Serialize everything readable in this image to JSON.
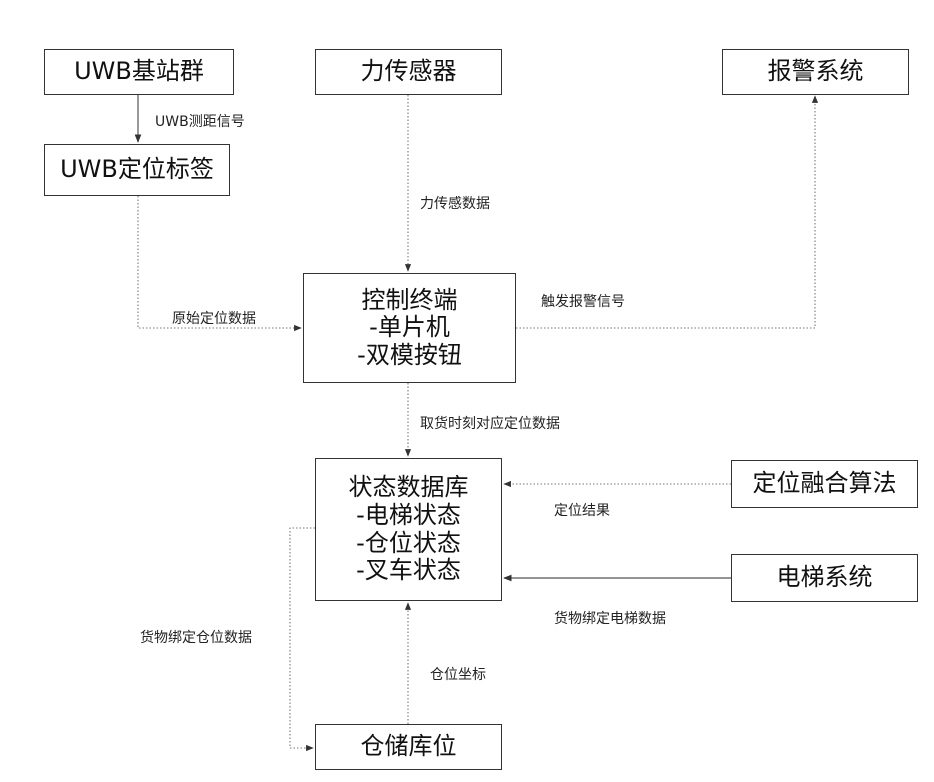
{
  "nodes": {
    "uwb_base": "UWB基站群",
    "force_sensor": "力传感器",
    "alarm": "报警系统",
    "uwb_tag": "UWB定位标签",
    "terminal": [
      "控制终端",
      "-单片机",
      "-双模按钮"
    ],
    "status_db": [
      "状态数据库",
      "-电梯状态",
      "-仓位状态",
      "-叉车状态"
    ],
    "fusion": "定位融合算法",
    "elevator": "电梯系统",
    "storage": "仓储库位"
  },
  "edges": {
    "uwb_ranging": "UWB测距信号",
    "force_data": "力传感数据",
    "raw_position": "原始定位数据",
    "trigger_alarm": "触发报警信号",
    "pickup_position": "取货时刻对应定位数据",
    "position_result": "定位结果",
    "goods_bind_elevator": "货物绑定电梯数据",
    "goods_bind_storage": "货物绑定仓位数据",
    "storage_coords": "仓位坐标"
  }
}
